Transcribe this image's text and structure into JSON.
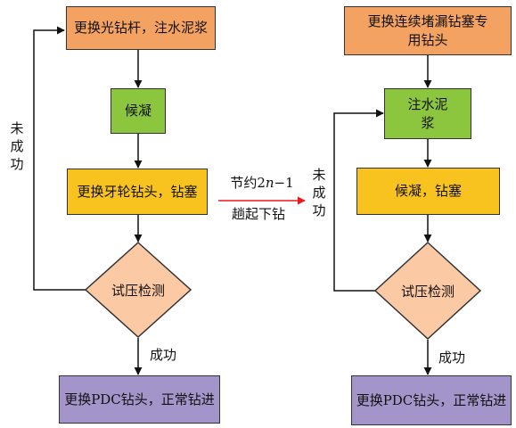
{
  "left": {
    "step1": "更换光钻杆，注水泥浆",
    "step2": "候凝",
    "step3": "更换牙轮钻头，钻塞",
    "decision": "试压检测",
    "fail": "未成功",
    "success": "成功",
    "final": "更换PDC钻头，正常钻进"
  },
  "right": {
    "step1": "更换连续堵漏钻塞专用钻头",
    "step2": "注水泥浆",
    "step3": "候凝，钻塞",
    "decision": "试压检测",
    "fail": "未成功",
    "success": "成功",
    "final": "更换PDC钻头，正常钻进"
  },
  "middle": {
    "line1_prefix": "节约2",
    "line1_var": "n",
    "line1_suffix": "−1",
    "line2": "趟起下钻"
  },
  "colors": {
    "orange": "#f4a261",
    "green": "#8cc63f",
    "yellow": "#f9c31f",
    "diamond": "#fbc9a4",
    "purple": "#a394c9",
    "arrow": "#111111",
    "red_arrow": "#e8191c"
  }
}
